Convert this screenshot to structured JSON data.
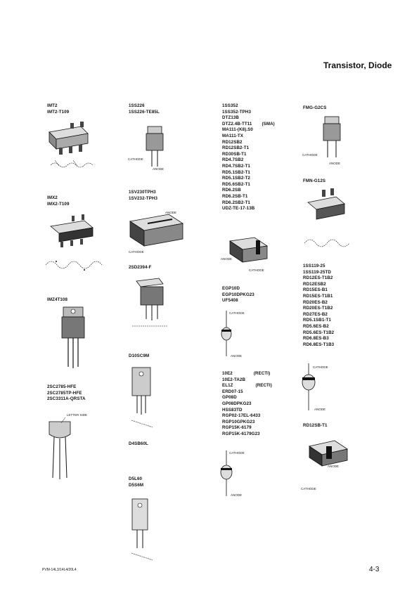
{
  "page": {
    "title": "Transistor, Diode",
    "footer_left": "PVM-14L3/14L4/20L4",
    "footer_right": "4-3"
  },
  "columns": {
    "col1": [
      {
        "lines": [
          "IMT2",
          "IMT2-T109"
        ]
      },
      {
        "lines": [
          "IMX2",
          "IMX2-T109"
        ]
      },
      {
        "lines": [
          "IMZ4T108"
        ]
      },
      {
        "lines": [
          "2SC2785-HFE",
          "2SC2785TP-HFE",
          "2SC3311A-QRSTA"
        ]
      }
    ],
    "col2": [
      {
        "lines": [
          "1SS226",
          "1SS226-TE85L"
        ]
      },
      {
        "lines": [
          "1SV230TPH3",
          "1SV232-TPH3"
        ]
      },
      {
        "lines": [
          "2SD2394-F"
        ]
      },
      {
        "lines": [
          "D10SC9M"
        ]
      },
      {
        "lines": [
          "D4SB60L"
        ]
      },
      {
        "lines": [
          "D5L60",
          "D5S6M"
        ]
      }
    ],
    "col3": [
      {
        "lines": [
          "1SS352",
          "1SS352-TPH3",
          "DTZ13B",
          "DTZ2.4B-TT11",
          "MA111-(K8).S0",
          "MA111-TX",
          "RD12SB2",
          "RD12SB2-T1",
          "RD30SB-T1",
          "RD4.7SB2",
          "RD4.7SB2-T1",
          "RD5.1SB2-T1",
          "RD5.1SB2-T2",
          "RD5.6SB2-T1",
          "RD6.2SB",
          "RD6.2SB-T1",
          "RD6.2SB2-T1",
          "UDZ-TE-17-13B"
        ],
        "note": "(SMA)"
      },
      {
        "lines": [
          "EGP10D",
          "EGP10DPKG23",
          "UF5408"
        ]
      },
      {
        "lines": [
          "10E2",
          "10E2-TA2B",
          "EL1Z",
          "ERD07-15",
          "GP08D",
          "GP08DPKG23",
          "HSS83TD",
          "RGP02-17EL-6433",
          "RGP10GPKG23",
          "RGP15K-6179",
          "RGP15K-6179G23"
        ],
        "note1": "(RECTI)",
        "note2": "(RECTI)"
      }
    ],
    "col4": [
      {
        "lines": [
          "FMG-G2CS"
        ]
      },
      {
        "lines": [
          "FMN-G12S"
        ]
      },
      {
        "lines": [
          "1SS119-25",
          "1SS119-25TD",
          "RD12ES-T1B2",
          "RD12ESB2",
          "RD15ES-B1",
          "RD15ES-T1B1",
          "RD20ES-B2",
          "RD20ES-T1B2",
          "RD27ES-B2",
          "RD5.1SB1-T1",
          "RD5.6ES-B2",
          "RD5.6ES-T1B2",
          "RD6.8ES-B3",
          "RD6.8ES-T1B3"
        ]
      },
      {
        "lines": [
          "RD12SB-T1"
        ]
      }
    ]
  },
  "figure_labels": {
    "cathode": "CATHODE",
    "anode": "ANODE",
    "letter_side": "LETTER SIDE"
  },
  "icons": [
    "sot-package-icon",
    "to220-package-icon",
    "diode-axial-icon",
    "smd-diode-icon",
    "bridge-package-icon",
    "to92-package-icon"
  ]
}
